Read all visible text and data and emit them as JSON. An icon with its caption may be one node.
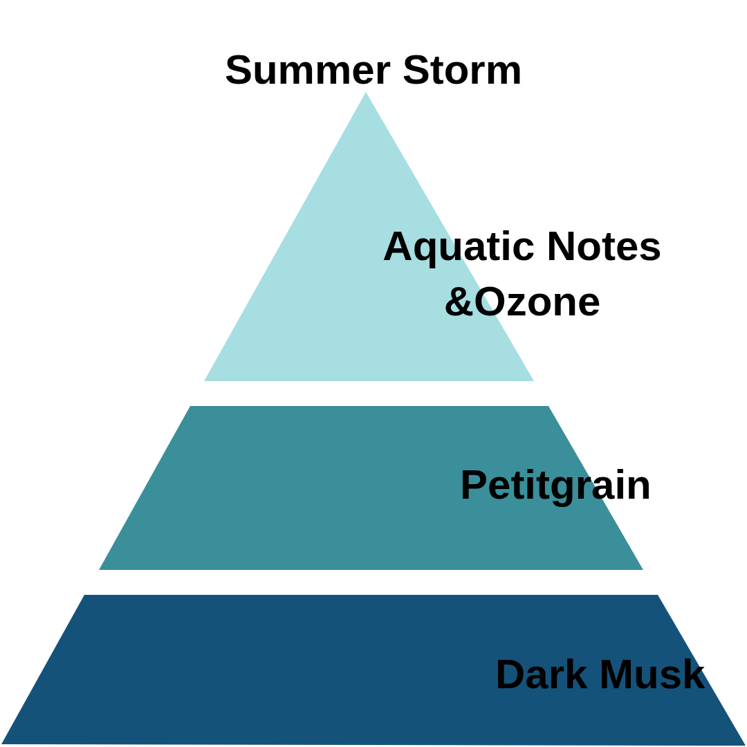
{
  "diagram": {
    "title": "Summer Storm",
    "nodes": [
      {
        "text": [
          "Aquatic Notes &Ozone"
        ]
      },
      {
        "text": [
          "Petitgrain"
        ]
      },
      {
        "text": [
          "Dark Musk"
        ]
      }
    ]
  }
}
